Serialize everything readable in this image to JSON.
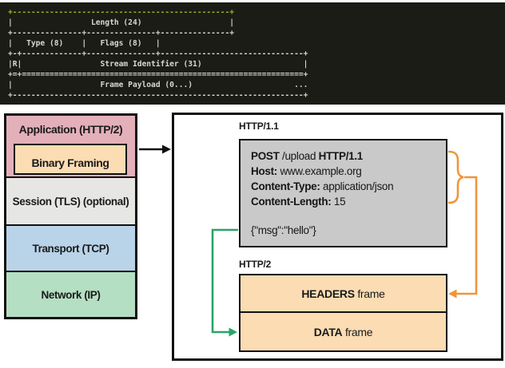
{
  "terminal": {
    "description": "HTTP/2 frame format ASCII diagram",
    "lines": [
      "+-----------------------------------------------+",
      "|                 Length (24)                   |",
      "+---------------+---------------+---------------+",
      "|   Type (8)    |   Flags (8)   |",
      "+-+-------------+---------------+-------------------------------+",
      "|R|                 Stream Identifier (31)                      |",
      "+=+=============================================================+",
      "|                   Frame Payload (0...)                      ...",
      "+---------------------------------------------------------------+"
    ],
    "colors": {
      "background": "#1c1c16",
      "text": "#d8d8d2",
      "highlight_line": "#9cb529"
    }
  },
  "stack": {
    "layers": [
      {
        "label": "Application (HTTP/2)",
        "color": "#e3b0b9"
      },
      {
        "label": "Binary Framing",
        "color": "#fbdcb3"
      },
      {
        "label": "Session (TLS) (optional)",
        "color": "#e6e6e4"
      },
      {
        "label": "Transport (TCP)",
        "color": "#b9d3e9"
      },
      {
        "label": "Network (IP)",
        "color": "#b5dfc2"
      }
    ]
  },
  "panel": {
    "http11_label": "HTTP/1.1",
    "http2_label": "HTTP/2",
    "request": {
      "lines": [
        {
          "b1": "POST",
          "r1": " /upload ",
          "b2": "HTTP/1.1"
        },
        {
          "b1": "Host:",
          "r1": " www.example.org",
          "b2": ""
        },
        {
          "b1": "Content-Type:",
          "r1": " application/json",
          "b2": ""
        },
        {
          "b1": "Content-Length:",
          "r1": " 15",
          "b2": ""
        }
      ],
      "body": "{\"msg\":\"hello\"}",
      "box_color": "#c9c9c9"
    },
    "frames": [
      {
        "b": "HEADERS",
        "r": " frame",
        "color": "#fbdcb3"
      },
      {
        "b": "DATA",
        "r": " frame",
        "color": "#fbdcb3"
      }
    ]
  },
  "connectors": {
    "headers_arrow_color": "#f0953a",
    "data_arrow_color": "#29a566",
    "stack_arrow_color": "#111111"
  }
}
